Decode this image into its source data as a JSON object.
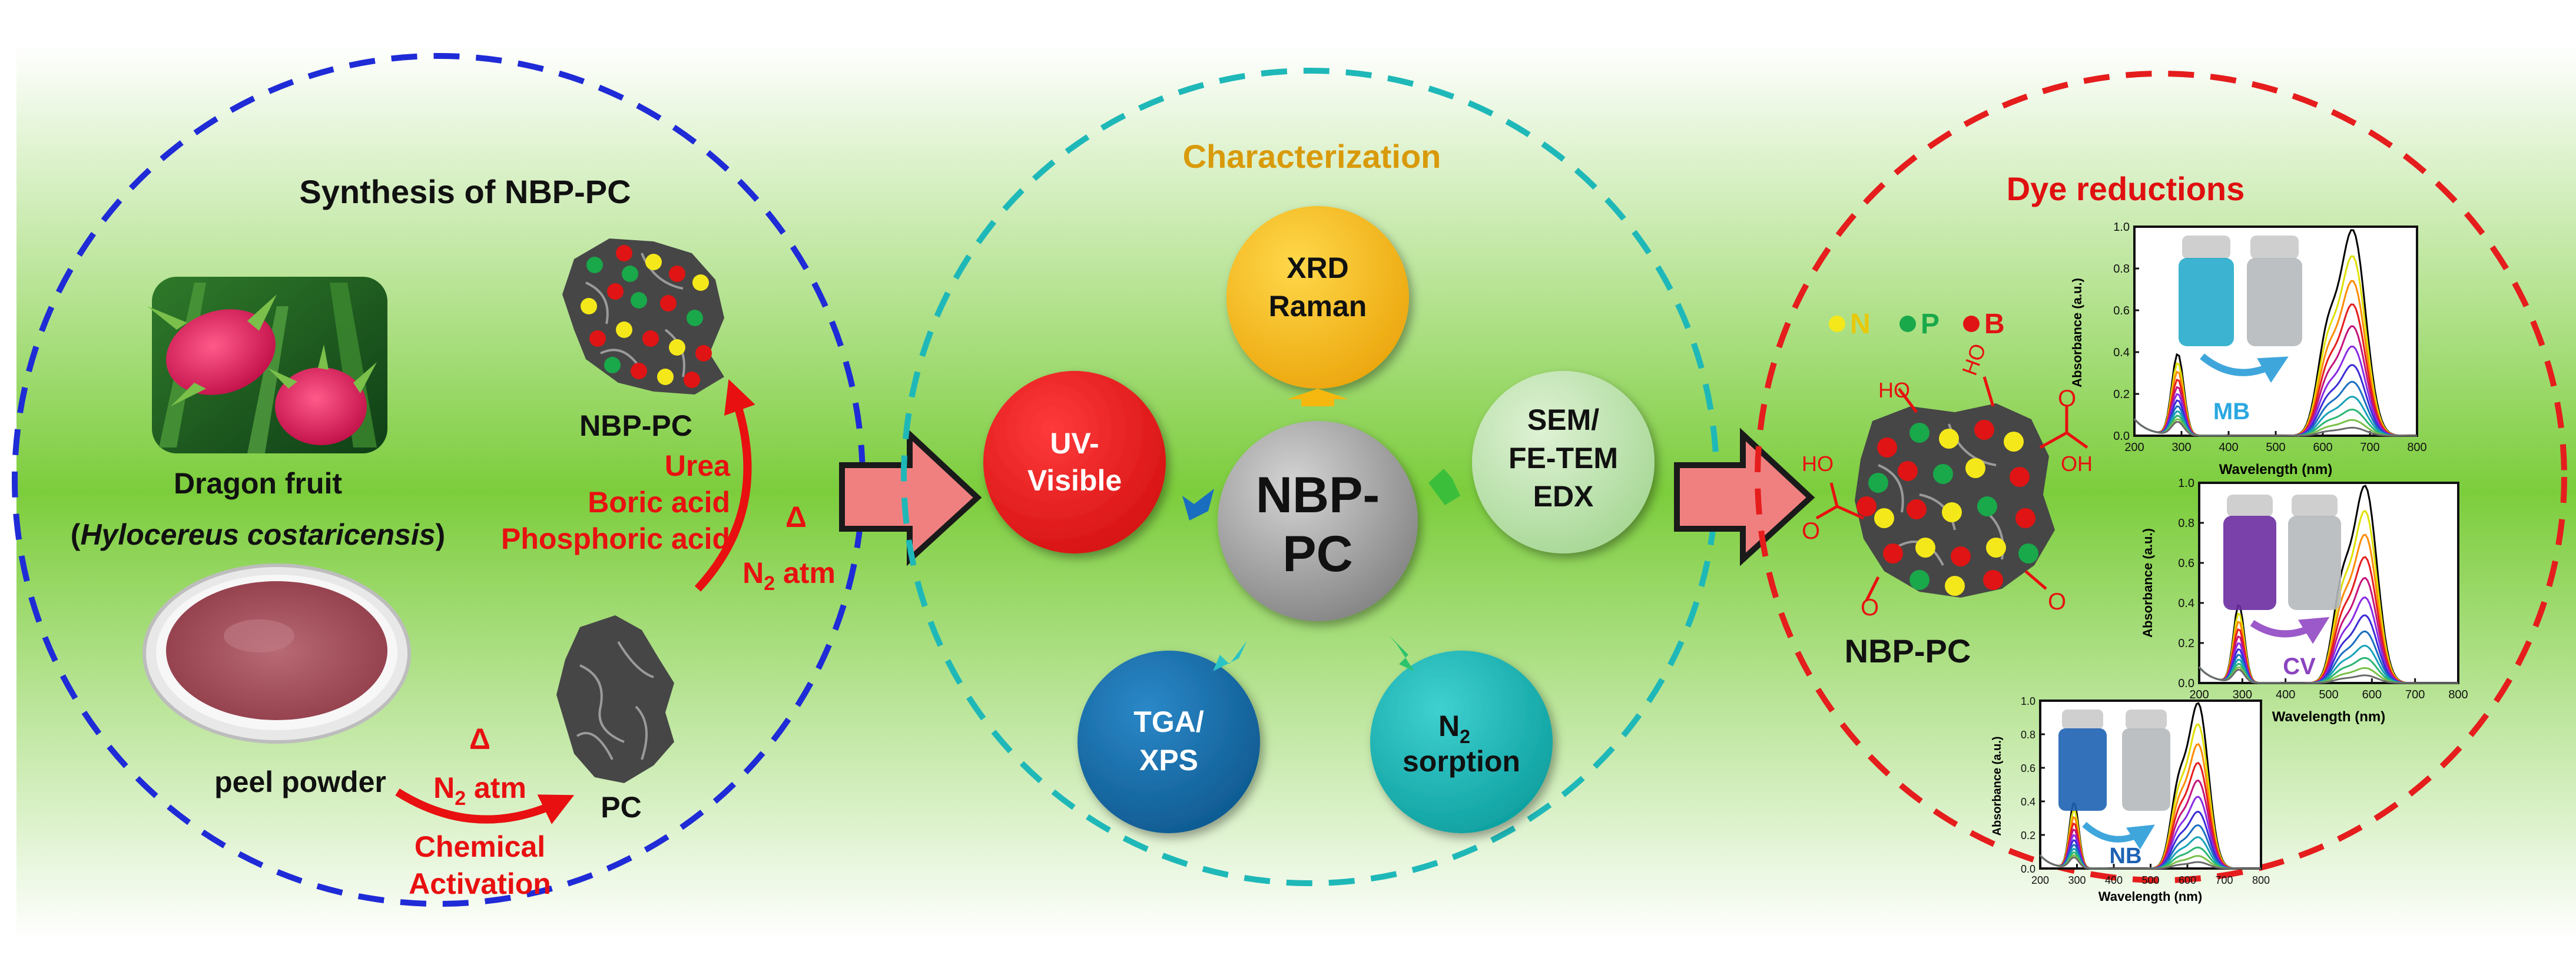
{
  "colors": {
    "synthesis_circle": "#1f2bd6",
    "characterization_circle": "#1fb8b8",
    "dye_circle": "#e51d1d",
    "title_black": "#111111",
    "title_gold": "#d99a0a",
    "title_red": "#e01010",
    "reaction_red": "#e81010",
    "xrd_node": "#f6b80e",
    "sem_node": "#b6dfa8",
    "n2_node": "#16b4b4",
    "tga_node": "#106aaa",
    "uv_node": "#e8151c",
    "center_node": "#9a9a9a",
    "n_dot": "#f5e81a",
    "p_dot": "#19a84a",
    "b_dot": "#e01414"
  },
  "synthesis": {
    "title": "Synthesis of NBP-PC",
    "dragon_fruit_label": "Dragon fruit",
    "species_open": "(",
    "species_name": "Hylocereus costaricensis",
    "species_close": ")",
    "peel_powder_label": "peel powder",
    "pc_label": "PC",
    "nbp_pc_label": "NBP-PC",
    "heat_symbol": "Δ",
    "n2_atm_prefix": "N",
    "n2_atm_sub": "2",
    "n2_atm_suffix": " atm",
    "chemical_line1": "Chemical",
    "chemical_line2": "Activation",
    "reagent_1": "Urea",
    "reagent_2": "Boric acid",
    "reagent_3": "Phosphoric acid"
  },
  "characterization": {
    "title": "Characterization",
    "center_line1": "NBP-",
    "center_line2": "PC",
    "xrd_line1": "XRD",
    "xrd_line2": "Raman",
    "sem_line1": "SEM/",
    "sem_line2": "FE-TEM",
    "sem_line3": "EDX",
    "n2_main": "N",
    "n2_sub": "2",
    "n2_line2": "sorption",
    "tga_line1": "TGA/",
    "tga_line2": "XPS",
    "uv_line1": "UV-",
    "uv_line2": "Visible"
  },
  "dye": {
    "title": "Dye reductions",
    "legend_n": "N",
    "legend_p": "P",
    "legend_b": "B",
    "ho_1": "HO",
    "ho_2": "HO",
    "oh_1": "OH",
    "ho_3": "HO",
    "product_label": "NBP-PC",
    "plots": [
      {
        "dye": "MB",
        "ylabel": "Absorbance (a.u.)",
        "xlabel": "Wavelength (nm)",
        "yticks": [
          "0.0",
          "0.2",
          "0.4",
          "0.6",
          "0.8",
          "1.0"
        ],
        "xticks": [
          "200",
          "300",
          "400",
          "500",
          "600",
          "700",
          "800"
        ],
        "dye_color": "#1aa6c8",
        "peak_nm": 664
      },
      {
        "dye": "CV",
        "ylabel": "Absorbance (a.u.)",
        "xlabel": "Wavelength (nm)",
        "yticks": [
          "0.0",
          "0.2",
          "0.4",
          "0.6",
          "0.8",
          "1.0"
        ],
        "xticks": [
          "200",
          "300",
          "400",
          "500",
          "600",
          "700",
          "800"
        ],
        "dye_color": "#6a2ca0",
        "peak_nm": 585
      },
      {
        "dye": "NB",
        "ylabel": "Absorbance (a.u.)",
        "xlabel": "Wavelength (nm)",
        "yticks": [
          "0.0",
          "0.2",
          "0.4",
          "0.6",
          "0.8",
          "1.0"
        ],
        "xticks": [
          "200",
          "300",
          "400",
          "500",
          "600",
          "700",
          "800"
        ],
        "dye_color": "#1e62b4",
        "peak_nm": 630
      }
    ]
  }
}
